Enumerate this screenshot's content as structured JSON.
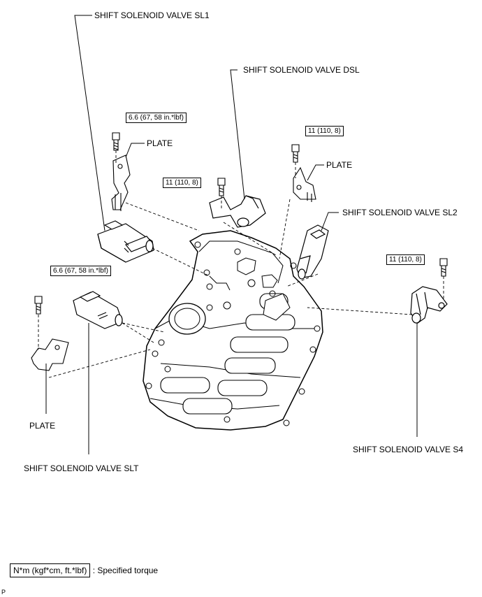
{
  "labels": {
    "sl1": "SHIFT SOLENOID VALVE SL1",
    "dsl": "SHIFT SOLENOID VALVE DSL",
    "sl2": "SHIFT SOLENOID VALVE SL2",
    "s4": "SHIFT SOLENOID VALVE S4",
    "slt": "SHIFT SOLENOID VALVE SLT",
    "plate_top_left": "PLATE",
    "plate_right": "PLATE",
    "plate_bottom_left": "PLATE"
  },
  "torques": {
    "sl1_bolt": "6.6 (67, 58 in.*lbf)",
    "dsl_bolt": "11 (110, 8)",
    "plate_right_bolt": "11 (110, 8)",
    "s4_bolt": "11 (110, 8)",
    "slt_bolt": "6.6 (67, 58 in.*lbf)"
  },
  "legend": {
    "unit": "N*m (kgf*cm, ft.*lbf)",
    "text": ": Specified torque"
  },
  "figure_code": "P"
}
